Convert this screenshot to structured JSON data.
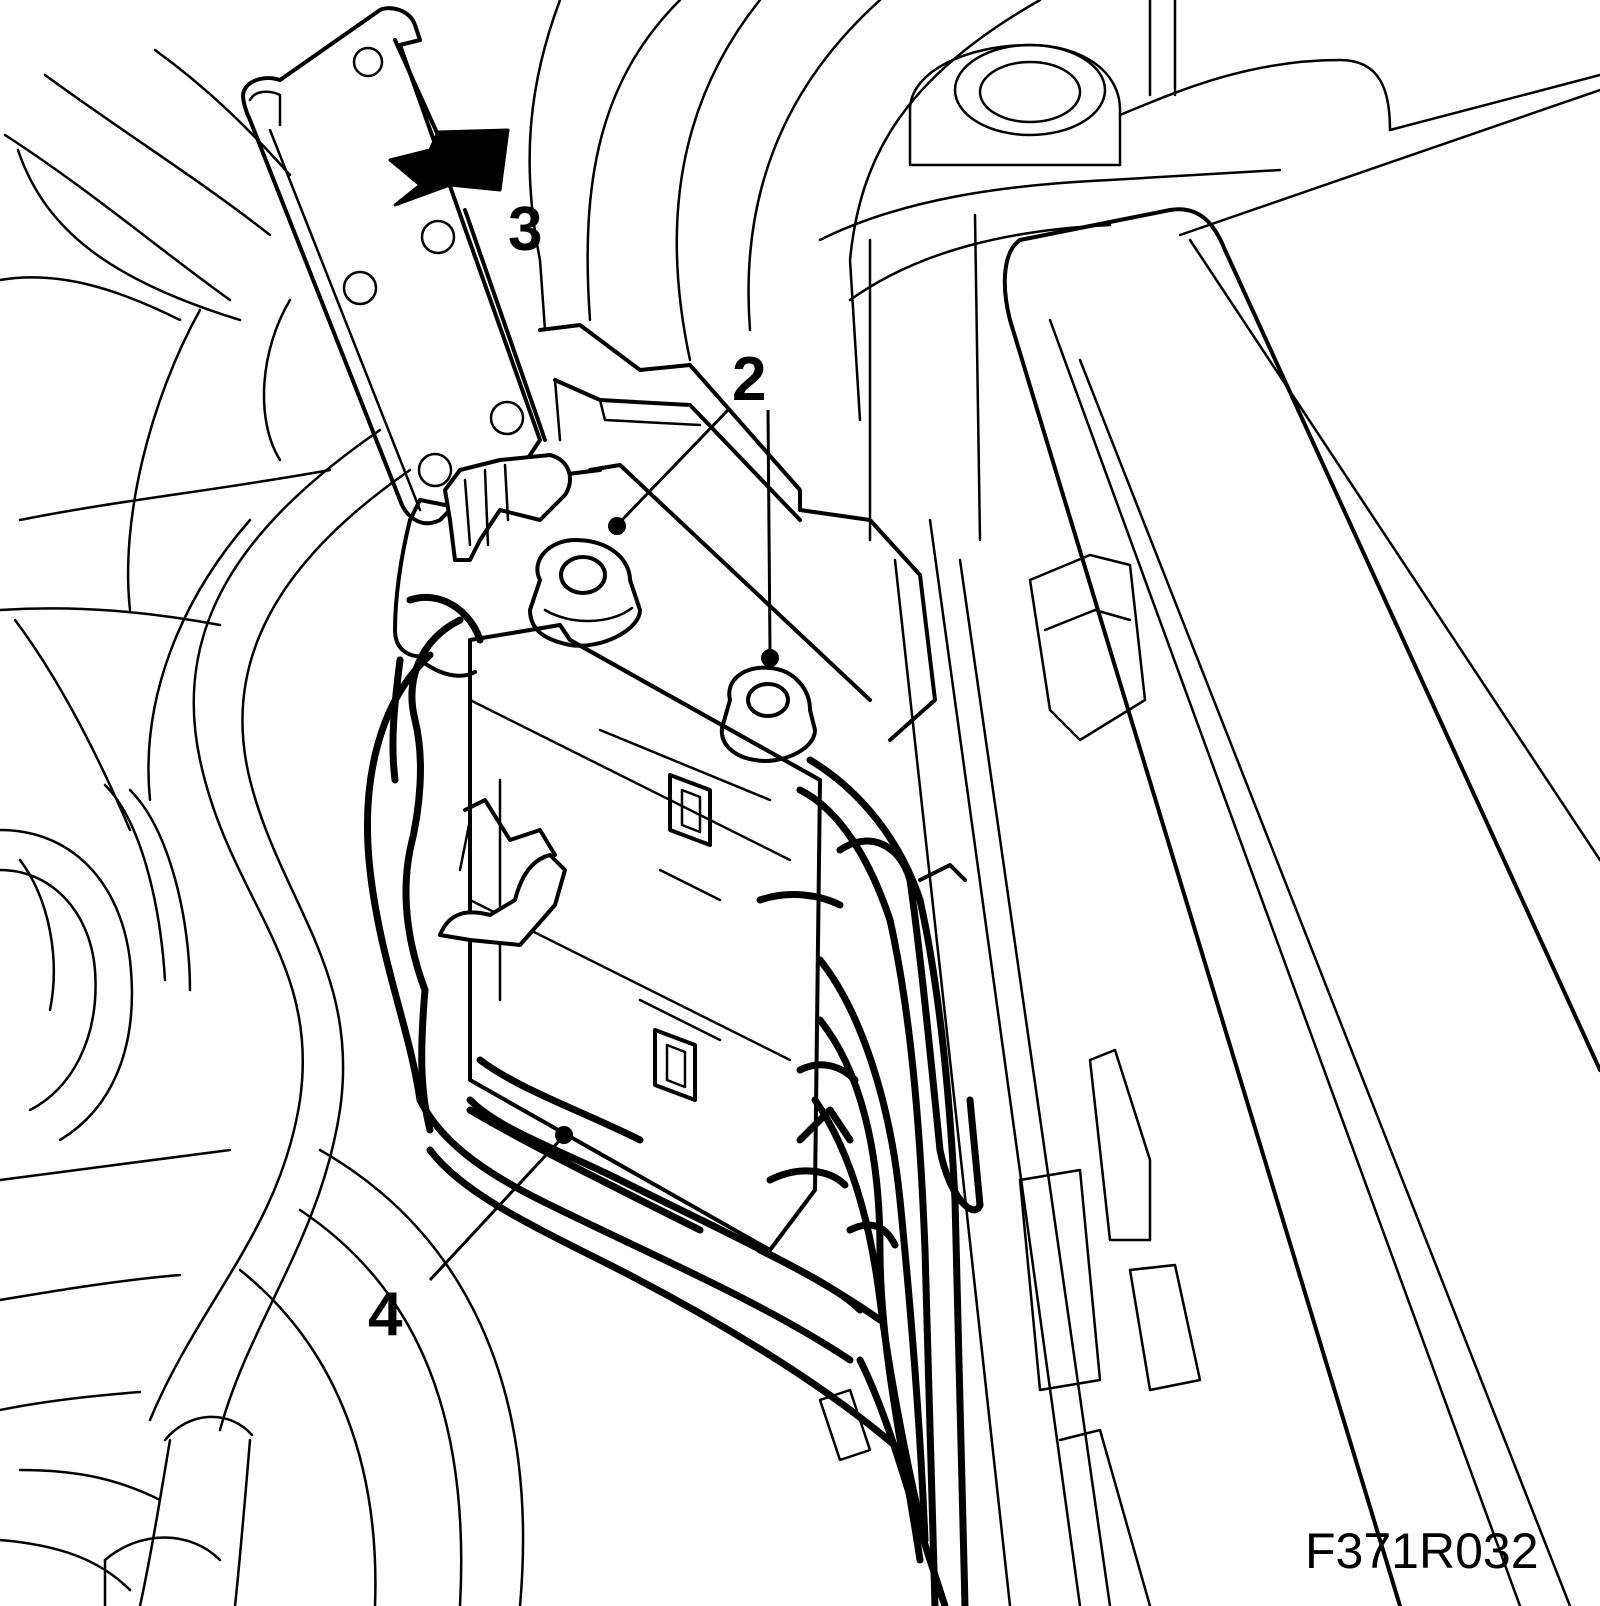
{
  "callouts": {
    "label_2": "2",
    "label_3": "3",
    "label_4": "4"
  },
  "figure_code": "F371R032",
  "colors": {
    "line": "#000000",
    "background": "#ffffff"
  }
}
